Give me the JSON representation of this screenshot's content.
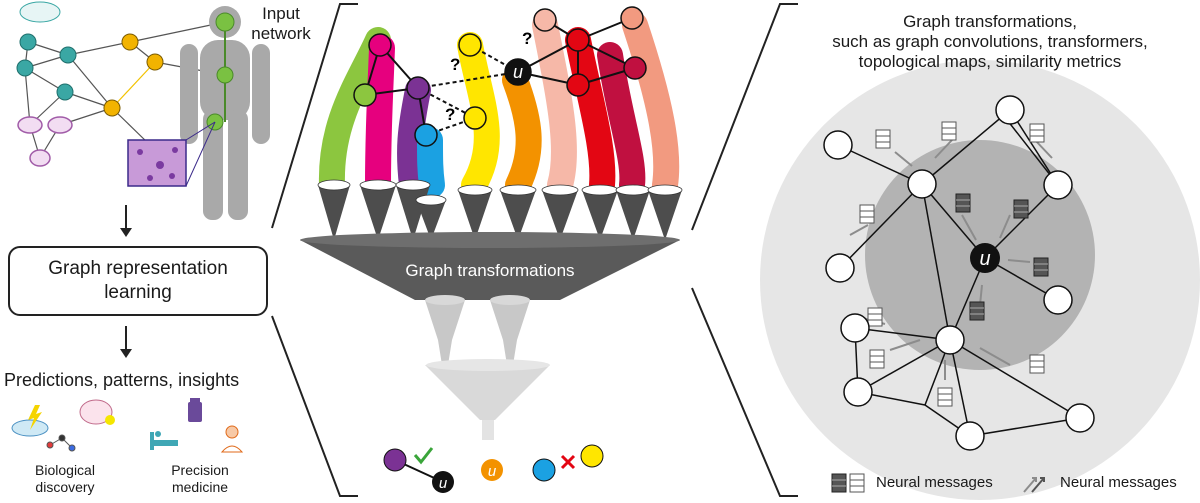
{
  "left_panel": {
    "input_network_label": [
      "Input",
      "network"
    ],
    "grl_box_label": [
      "Graph representation",
      "learning"
    ],
    "outputs_title": "Predictions, patterns, insights",
    "bio_label": [
      "Biological",
      "discovery"
    ],
    "precision_label": [
      "Precision",
      "medicine"
    ]
  },
  "center_panel": {
    "funnel_label": "Graph transformations",
    "question_marks": [
      "?",
      "?",
      "?"
    ],
    "center_node_symbol": "u",
    "predicted_link": "check",
    "rejected_link": "cross"
  },
  "right_panel": {
    "title_lines": [
      "Graph transformations,",
      "such as graph convolutions, transformers,",
      "topological maps, similarity metrics"
    ],
    "center_node_symbol": "u",
    "legend_messages_1": "Neural messages",
    "legend_messages_2": "Neural messages"
  },
  "colors": {
    "green": "#8cc63f",
    "magenta": "#e6007e",
    "purple": "#7b3294",
    "blue": "#1ba1e2",
    "yellow": "#ffe600",
    "orange": "#f39200",
    "red": "#e30613",
    "pink": "#f6b8a8",
    "funnel_dark": "#555555",
    "funnel_light": "#b3b3b3",
    "circle_outer": "#e3e3e3",
    "circle_inner": "#b0b0b0"
  }
}
